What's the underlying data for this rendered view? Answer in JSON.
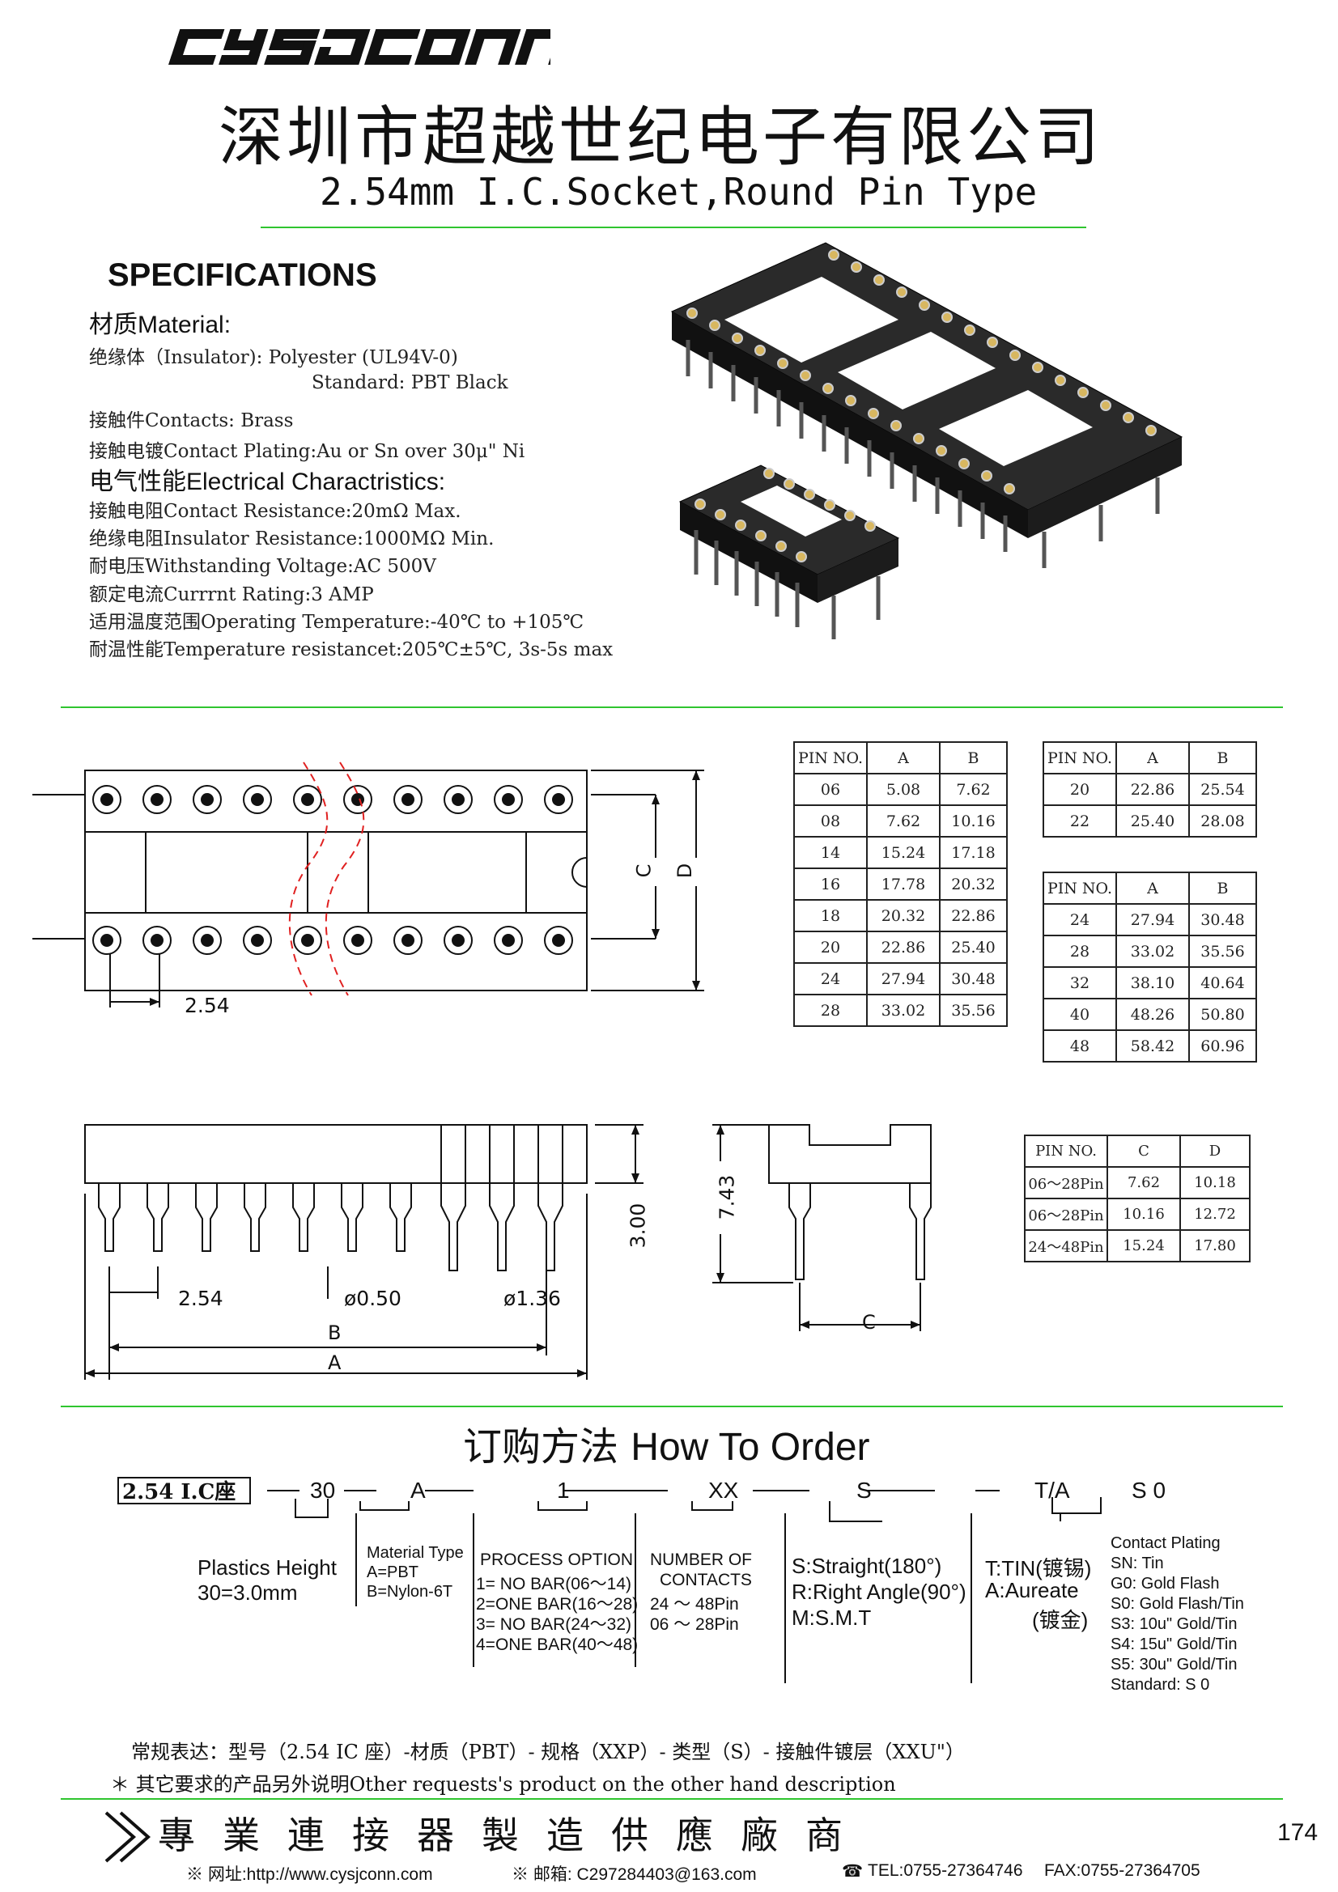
{
  "header": {
    "logo_text": "cysjconn",
    "company_name": "深圳市超越世纪电子有限公司",
    "product_title": "2.54mm I.C.Socket,Round Pin Type"
  },
  "specifications": {
    "title": "SPECIFICATIONS",
    "material_heading": "材质Material:",
    "insulator": "绝缘体（Insulator): Polyester (UL94V-0)",
    "standard": "Standard: PBT Black",
    "contacts": "接触件Contacts: Brass",
    "plating": "接触电镀Contact Plating:Au or Sn over 30μ\" Ni",
    "electrical_heading": "电气性能Electrical Charactristics:",
    "contact_resistance": "接触电阻Contact Resistance:20mΩ Max.",
    "insulator_resistance": "绝缘电阻Insulator Resistance:1000MΩ Min.",
    "voltage": "耐电压Withstanding Voltage:AC 500V",
    "current": "额定电流Currrnt Rating:3 AMP",
    "temperature": "适用温度范围Operating Temperature:-40℃ to +105℃",
    "temp_resistance": "耐温性能Temperature resistancet:205℃±5℃, 3s-5s max"
  },
  "drawing_labels": {
    "pitch": "2.54",
    "c": "C",
    "d": "D",
    "height_300": "3.00",
    "height_743": "7.43",
    "pin_dia": "ø0.50",
    "pin_dia2": "ø1.36",
    "b": "B",
    "a": "A"
  },
  "table1": {
    "headers": [
      "PIN NO.",
      "A",
      "B"
    ],
    "rows": [
      [
        "06",
        "5.08",
        "7.62"
      ],
      [
        "08",
        "7.62",
        "10.16"
      ],
      [
        "14",
        "15.24",
        "17.18"
      ],
      [
        "16",
        "17.78",
        "20.32"
      ],
      [
        "18",
        "20.32",
        "22.86"
      ],
      [
        "20",
        "22.86",
        "25.40"
      ],
      [
        "24",
        "27.94",
        "30.48"
      ],
      [
        "28",
        "33.02",
        "35.56"
      ]
    ]
  },
  "table2": {
    "headers": [
      "PIN NO.",
      "A",
      "B"
    ],
    "rows": [
      [
        "20",
        "22.86",
        "25.54"
      ],
      [
        "22",
        "25.40",
        "28.08"
      ]
    ]
  },
  "table3": {
    "headers": [
      "PIN NO.",
      "A",
      "B"
    ],
    "rows": [
      [
        "24",
        "27.94",
        "30.48"
      ],
      [
        "28",
        "33.02",
        "35.56"
      ],
      [
        "32",
        "38.10",
        "40.64"
      ],
      [
        "40",
        "48.26",
        "50.80"
      ],
      [
        "48",
        "58.42",
        "60.96"
      ]
    ]
  },
  "table4": {
    "headers": [
      "PIN NO.",
      "C",
      "D"
    ],
    "rows": [
      [
        "06～28Pin",
        "7.62",
        "10.18"
      ],
      [
        "06～28Pin",
        "10.16",
        "12.72"
      ],
      [
        "24～48Pin",
        "15.24",
        "17.80"
      ]
    ]
  },
  "order": {
    "title_cn": "订购方法",
    "title_en": "How To Order",
    "code_box": "2.54 I.C座",
    "seg_height": "30",
    "seg_material": "A",
    "seg_process": "1",
    "seg_contacts": "XX",
    "seg_type": "S",
    "seg_plating": "T/A",
    "seg_contact_plating": "S 0",
    "height_label": "Plastics Height",
    "height_value": "30=3.0mm",
    "material_label": "Material Type",
    "material_a": "A=PBT",
    "material_b": "B=Nylon-6T",
    "process_label": "PROCESS OPTION",
    "process_1": "1= NO BAR(06～14)",
    "process_2": "2=ONE BAR(16～28)",
    "process_3": "3= NO BAR(24～32)",
    "process_4": "4=ONE BAR(40～48)",
    "contacts_label1": "NUMBER OF",
    "contacts_label2": "CONTACTS",
    "contacts_1": "24 ～ 48Pin",
    "contacts_2": "06 ～ 28Pin",
    "type_s": "S:Straight(180°)",
    "type_r": "R:Right Angle(90°)",
    "type_m": "M:S.M.T",
    "plating_t": "T:TIN(镀锡)",
    "plating_a": "A:Aureate",
    "plating_cn": "(镀金)",
    "cp_label": "Contact Plating",
    "cp_sn": "SN: Tin",
    "cp_g0": "G0: Gold Flash",
    "cp_s0": "S0:  Gold Flash/Tin",
    "cp_s3": "S3: 10u\" Gold/Tin",
    "cp_s4": "S4: 15u\" Gold/Tin",
    "cp_s5": "S5: 30u\" Gold/Tin",
    "cp_std": "Standard: S 0"
  },
  "notes": {
    "regular": "常规表达：型号（2.54 IC 座）-材质（PBT）- 规格（XXP）- 类型（S）- 接触件镀层（XXU\"）",
    "other": "＊ 其它要求的产品另外说明Other requests's product on the other hand description"
  },
  "footer": {
    "slogan": "專業連接器製造供應廠商",
    "page_number": "174",
    "website": "※ 网址:http://www.cysjconn.com",
    "email": "※ 邮箱: C297284403@163.com",
    "tel": "TEL:0755-27364746",
    "fax": "FAX:0755-27364705"
  },
  "colors": {
    "rule": "#2fc52f",
    "cut_line": "#e02020"
  }
}
